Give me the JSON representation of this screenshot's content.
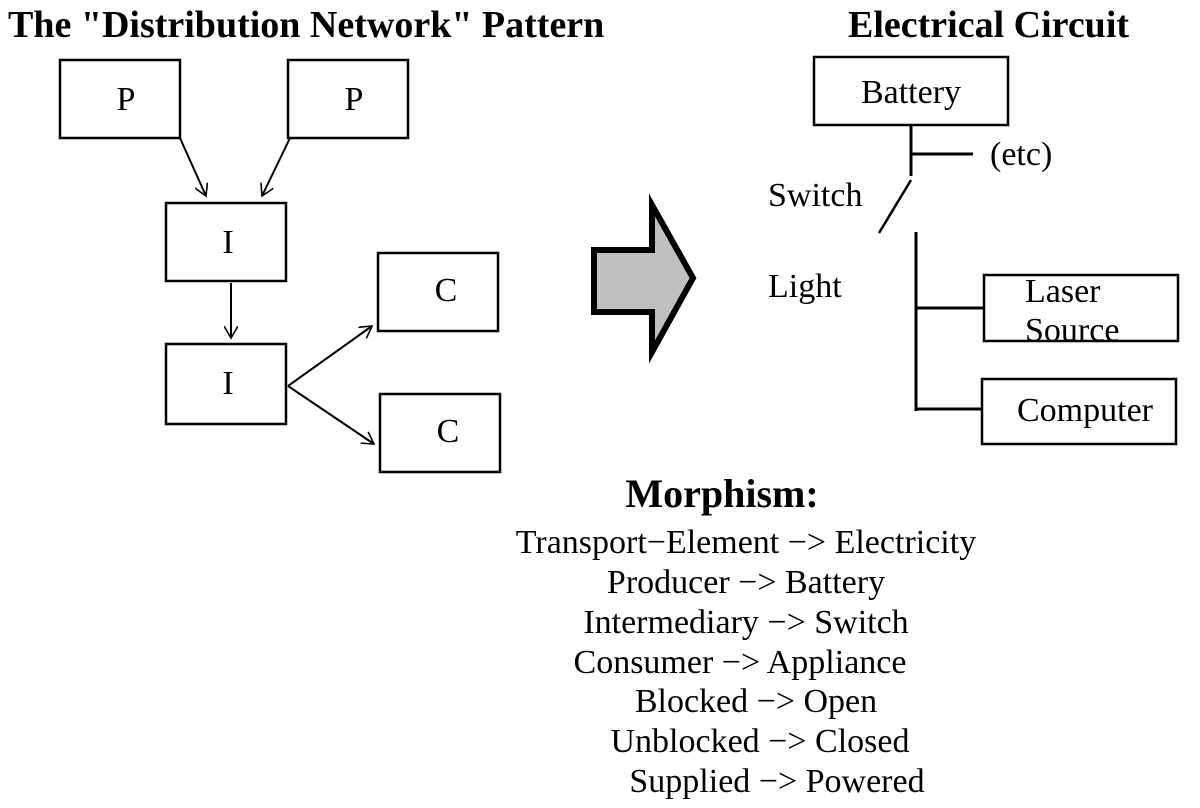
{
  "left_title": "The \"Distribution Network\" Pattern",
  "right_title": "Electrical Circuit",
  "pattern": {
    "producer_label": "P",
    "intermediary_label": "I",
    "consumer_label": "C"
  },
  "circuit": {
    "battery": "Battery",
    "etc": "(etc)",
    "switch": "Switch",
    "light": "Light",
    "laser_line1": "Laser",
    "laser_line2": "Source",
    "computer": "Computer"
  },
  "morphism": {
    "heading": "Morphism:",
    "lines": [
      "Transport−Element −> Electricity",
      "Producer −> Battery",
      "Intermediary −> Switch",
      "Consumer −> Appliance",
      "Blocked −> Open",
      "Unblocked −> Closed",
      "Supplied −> Powered"
    ]
  },
  "colors": {
    "arrow_fill": "#c0c0c0",
    "stroke": "#000000"
  }
}
